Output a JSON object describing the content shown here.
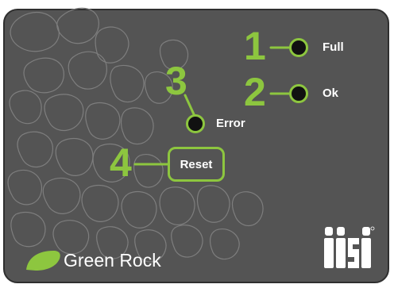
{
  "indicators": {
    "full": {
      "number": "1",
      "label": "Full"
    },
    "ok": {
      "number": "2",
      "label": "Ok"
    },
    "error": {
      "number": "3",
      "label": "Error"
    }
  },
  "reset": {
    "number": "4",
    "label": "Reset"
  },
  "branding": {
    "company": "Green Rock",
    "logo_icon": "green-leaf-icon",
    "maker_logo_icon": "iisi-logo-icon"
  },
  "colors": {
    "panel": "#545454",
    "accent": "#8dc63f",
    "led_off": "#111111",
    "text": "#ffffff"
  }
}
